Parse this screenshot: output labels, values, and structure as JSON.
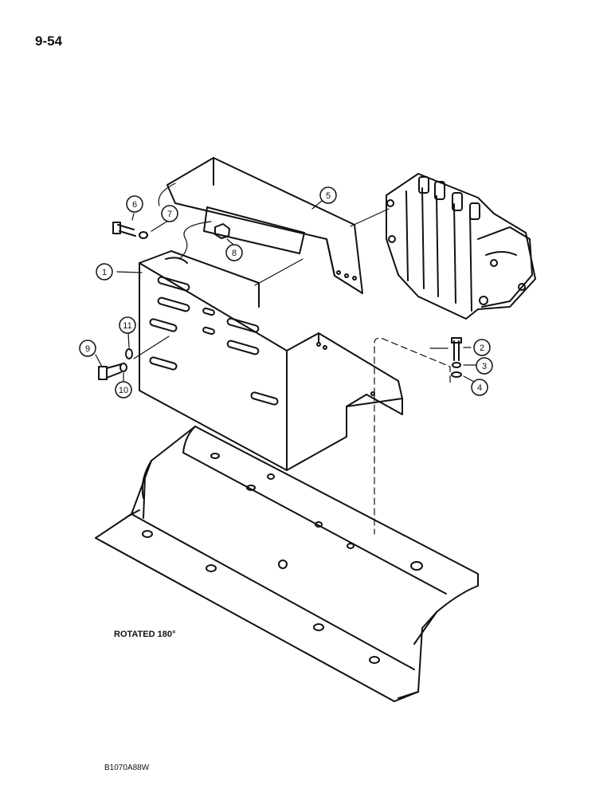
{
  "page": {
    "number": "9-54",
    "figure_code": "B1070A88W"
  },
  "note": "ROTATED 180°",
  "callouts": [
    "1",
    "2",
    "3",
    "4",
    "5",
    "6",
    "7",
    "8",
    "9",
    "10",
    "11"
  ]
}
